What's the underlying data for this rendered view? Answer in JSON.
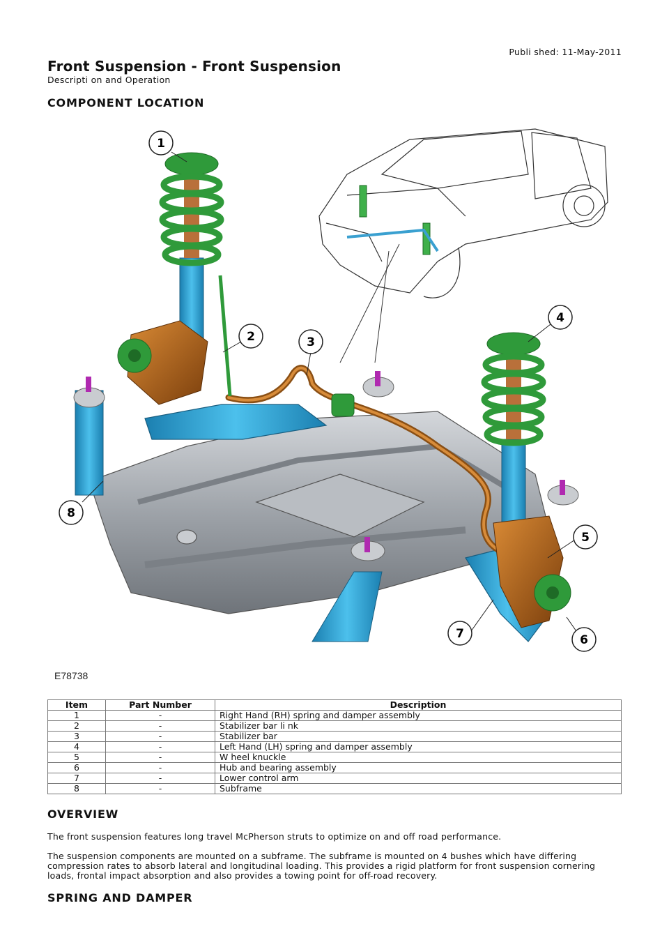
{
  "header": {
    "published": "Publi shed: 11-May-2011",
    "title": "Front Suspension - Front Suspension",
    "subtitle": "Descripti on and Operation"
  },
  "sections": {
    "component_location": "COMPONENT LOCATION",
    "overview": "OVERVIEW",
    "spring_and_damper": "SPRING AND DAMPER"
  },
  "figure": {
    "reference": "E78738",
    "callouts": [
      "1",
      "2",
      "3",
      "4",
      "5",
      "6",
      "7",
      "8"
    ],
    "colors": {
      "spring": "#2f9a3a",
      "strut": "#2fa3d6",
      "knuckle": "#b3651c",
      "subframe": "#a6aab0",
      "fastener": "#b02ab0"
    }
  },
  "table": {
    "headers": [
      "Item",
      "Part Number",
      "Description"
    ],
    "rows": [
      [
        "1",
        "-",
        "Right Hand (RH) spring and damper assembly"
      ],
      [
        "2",
        "-",
        "Stabilizer bar li nk"
      ],
      [
        "3",
        "-",
        "Stabilizer bar"
      ],
      [
        "4",
        "-",
        "Left Hand (LH) spring and damper assembly"
      ],
      [
        "5",
        "-",
        "W heel knuckle"
      ],
      [
        "6",
        "-",
        "Hub and bearing assembly"
      ],
      [
        "7",
        "-",
        "Lower control arm"
      ],
      [
        "8",
        "-",
        "Subframe"
      ]
    ]
  },
  "overview": {
    "paragraphs": [
      "The front suspension features long travel McPherson struts to optimize on and off road performance.",
      "The suspension components are mounted on a subframe. The subframe is mounted on 4 bushes which have differing compression rates to absorb lateral and longitudinal loading. This provides a rigid platform for front suspension cornering loads, frontal impact absorption and also provides a towing point for off-road recovery."
    ]
  }
}
